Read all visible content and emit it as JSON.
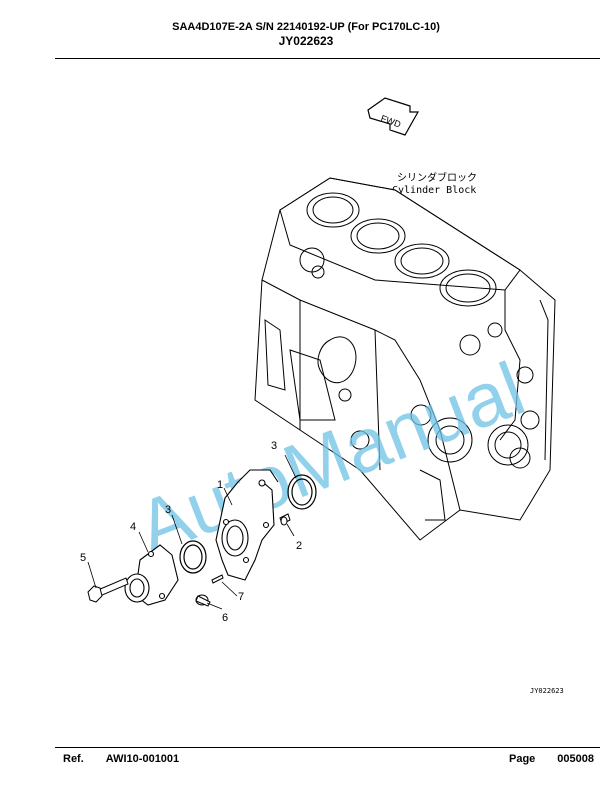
{
  "header": {
    "title": "SAA4D107E-2A S/N 22140192-UP (For PC170LC-10)",
    "code": "JY022623"
  },
  "drawing": {
    "fwd_label": "FWD",
    "block_label_jp": "シリンダブロック",
    "block_label_en": "Cylinder Block",
    "watermark": "AutoManual",
    "drawing_code": "JY022623",
    "callouts": {
      "c1": "1",
      "c2": "2",
      "c3a": "3",
      "c3b": "3",
      "c4": "4",
      "c5": "5",
      "c6": "6",
      "c7": "7"
    }
  },
  "footer": {
    "ref_label": "Ref.",
    "ref_value": "AWI10-001001",
    "page_label": "Page",
    "page_value": "005008"
  }
}
